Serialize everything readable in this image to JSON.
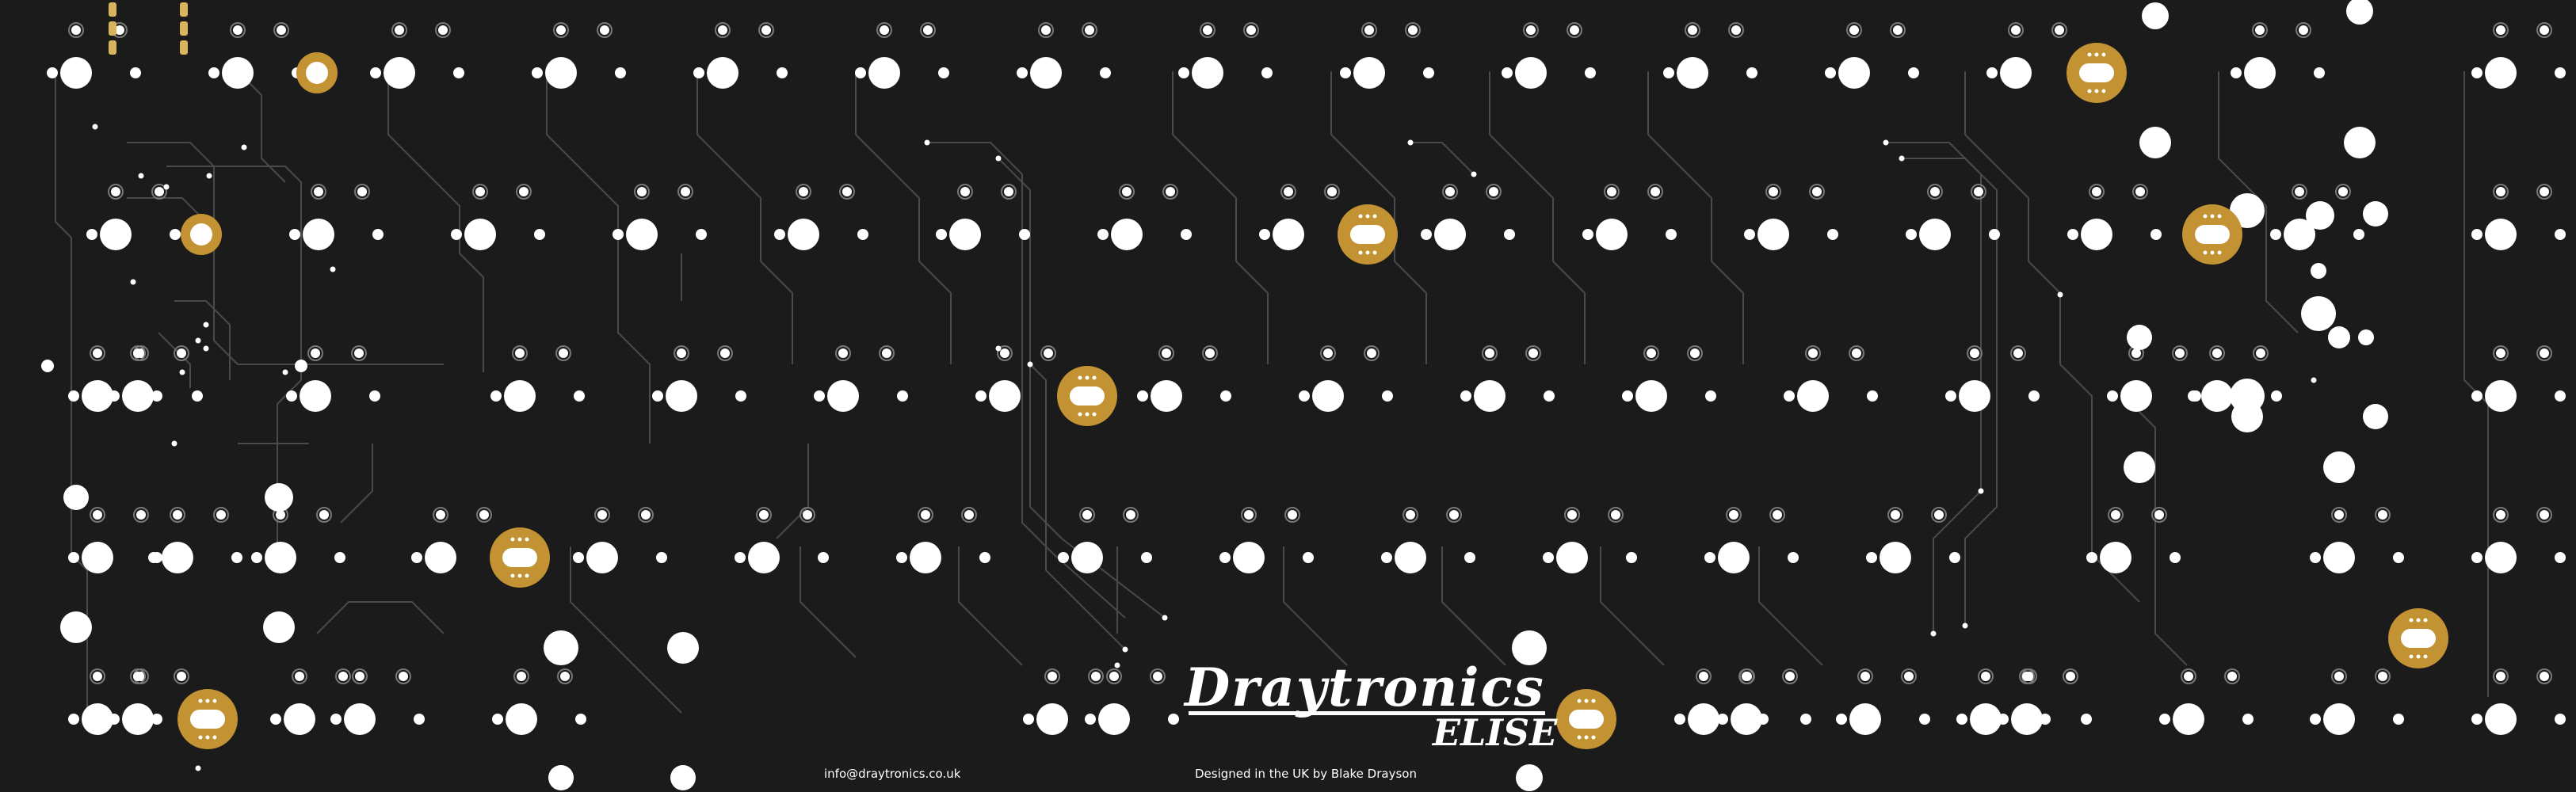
{
  "board": {
    "brand": "Draytronics",
    "model": "ELISE",
    "contact_email": "info@draytronics.co.uk",
    "credit": "Designed in the UK by Blake Drayson"
  },
  "colors": {
    "board": "#1b1b1b",
    "hole": "#ffffff",
    "trace": "#4a4a4a",
    "standoff_gold": "#c29233"
  }
}
